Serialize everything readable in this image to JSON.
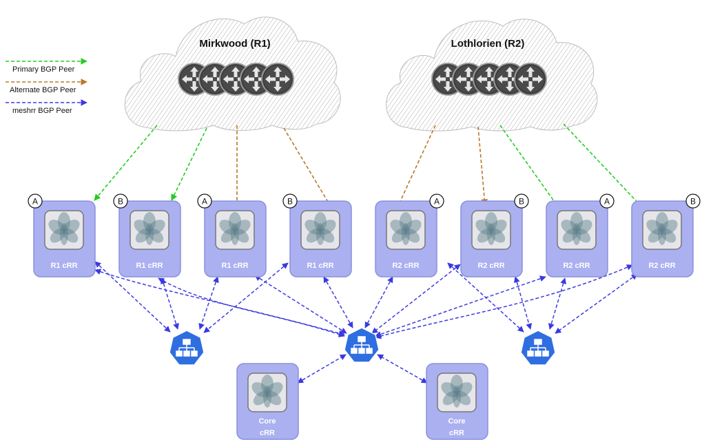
{
  "legend": {
    "primary": "Primary BGP Peer",
    "alternate": "Alternate BGP Peer",
    "meshrr": "meshrr BGP Peer"
  },
  "clouds": {
    "r1": "Mirkwood (R1)",
    "r2": "Lothlorien (R2)"
  },
  "nodes": [
    {
      "label": "R1 cRR",
      "badge": "A"
    },
    {
      "label": "R1 cRR",
      "badge": "B"
    },
    {
      "label": "R1 cRR",
      "badge": "A"
    },
    {
      "label": "R1 cRR",
      "badge": "B"
    },
    {
      "label": "R2 cRR",
      "badge": "A"
    },
    {
      "label": "R2 cRR",
      "badge": "B"
    },
    {
      "label": "R2 cRR",
      "badge": "A"
    },
    {
      "label": "R2 cRR",
      "badge": "B"
    }
  ],
  "core_nodes": [
    {
      "line1": "Core",
      "line2": "cRR"
    },
    {
      "line1": "Core",
      "line2": "cRR"
    }
  ],
  "colors": {
    "primary": "#22cc22",
    "alternate": "#b8782a",
    "meshrr": "#3a3ae0",
    "node_fill": "#aab0f0",
    "node_stroke": "#8a90dc",
    "service_icon": "#2f6ee0",
    "router": "#444444"
  },
  "icons": {
    "router": "router-icon",
    "service": "kubernetes-service-icon",
    "pod_logo": "crpd-logo-icon"
  }
}
